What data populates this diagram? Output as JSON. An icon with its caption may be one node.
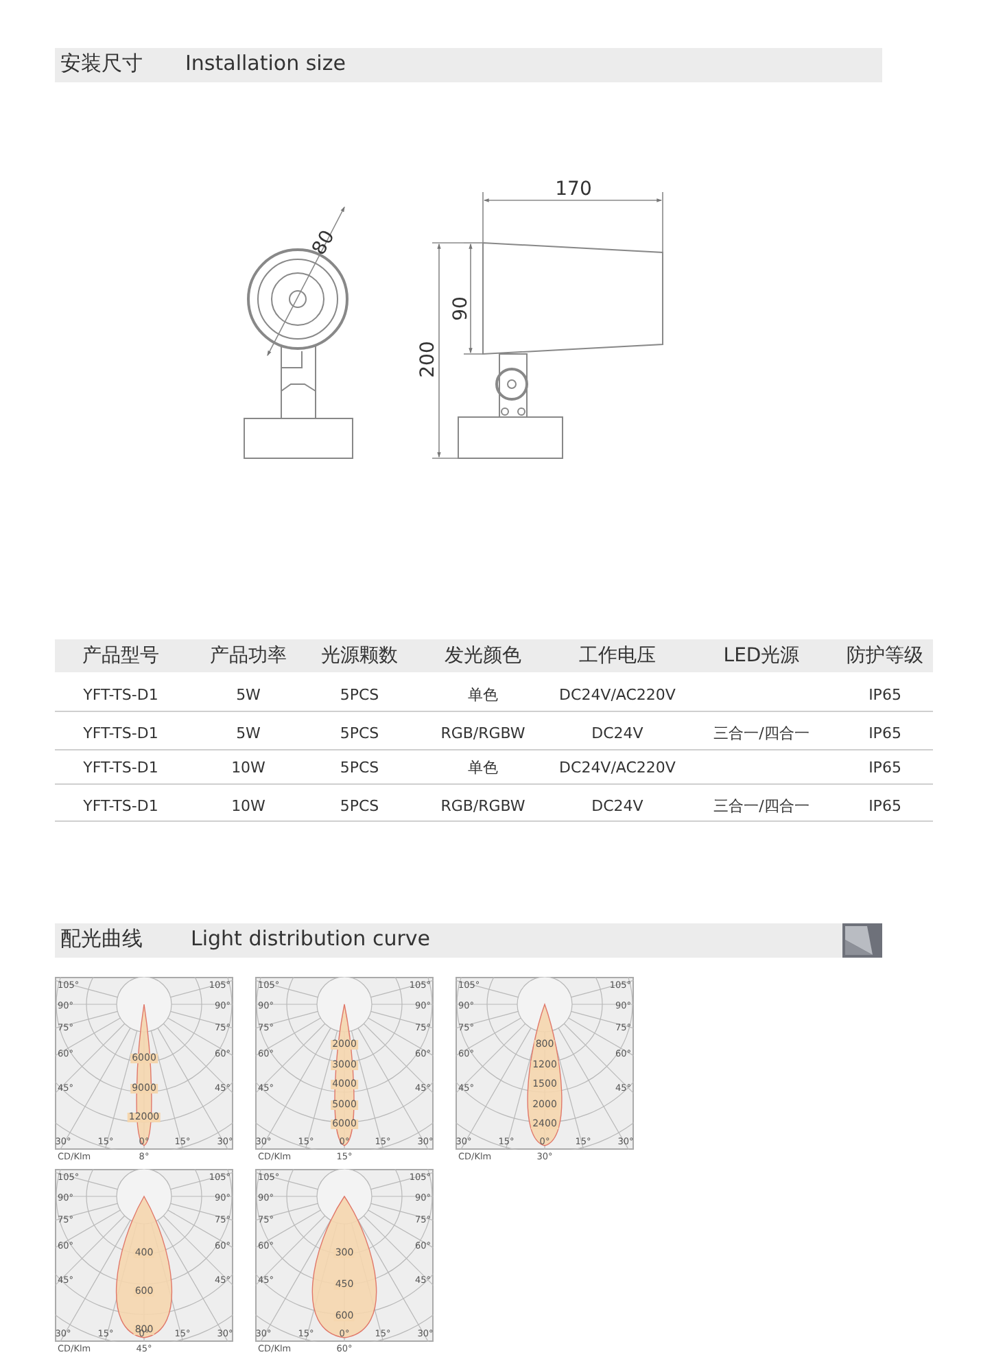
{
  "diagram": {
    "labels": [
      "安装尺寸",
      "Installation size",
      "80",
      "170",
      "90",
      "200",
      "产品型号",
      "产品功率",
      "光源颗数",
      "发光颜色",
      "工作电压",
      "LED光源",
      "防护等级",
      "YFT-TS-D1",
      "5W",
      "5PCS",
      "单色",
      "DC24V/AC220V",
      "IP65",
      "YFT-TS-D1",
      "5W",
      "5PCS",
      "RGB/RGBW",
      "DC24V",
      "三合一/四合一",
      "IP65",
      "YFT-TS-D1",
      "10W",
      "5PCS",
      "单色",
      "DC24V/AC220V",
      "IP65",
      "YFT-TS-D1",
      "10W",
      "5PCS",
      "RGB/RGBW",
      "DC24V",
      "三合一/四合一",
      "IP65",
      "配光曲线",
      "Light distribution curve",
      "105°",
      "105°",
      "90°",
      "90°",
      "75°",
      "75°",
      "60°",
      "60°",
      "45°",
      "45°",
      "6000",
      "9000",
      "12000",
      "30°",
      "15°",
      "0°",
      "15°",
      "30°",
      "CD/Klm",
      "8°",
      "105°",
      "105°",
      "90°",
      "90°",
      "75°",
      "75°",
      "60°",
      "60°",
      "45°",
      "45°",
      "2000",
      "3000",
      "4000",
      "5000",
      "6000",
      "30°",
      "15°",
      "0°",
      "15°",
      "30°",
      "CD/Klm",
      "15°",
      "105°",
      "105°",
      "90°",
      "90°",
      "75°",
      "75°",
      "60°",
      "60°",
      "45°",
      "45°",
      "800",
      "1200",
      "1500",
      "2000",
      "2400",
      "30°",
      "15°",
      "0°",
      "15°",
      "30°",
      "CD/Klm",
      "30°",
      "105°",
      "105°",
      "90°",
      "90°",
      "75°",
      "75°",
      "60°",
      "60°",
      "45°",
      "45°",
      "400",
      "600",
      "800",
      "30°",
      "15°",
      "0°",
      "15°",
      "30°",
      "CD/Klm",
      "45°",
      "105°",
      "105°",
      "90°",
      "90°",
      "75°",
      "75°",
      "60°",
      "60°",
      "45°",
      "45°",
      "300",
      "450",
      "600",
      "30°",
      "15°",
      "0°",
      "15°",
      "30°",
      "CD/Klm",
      "60°"
    ]
  }
}
